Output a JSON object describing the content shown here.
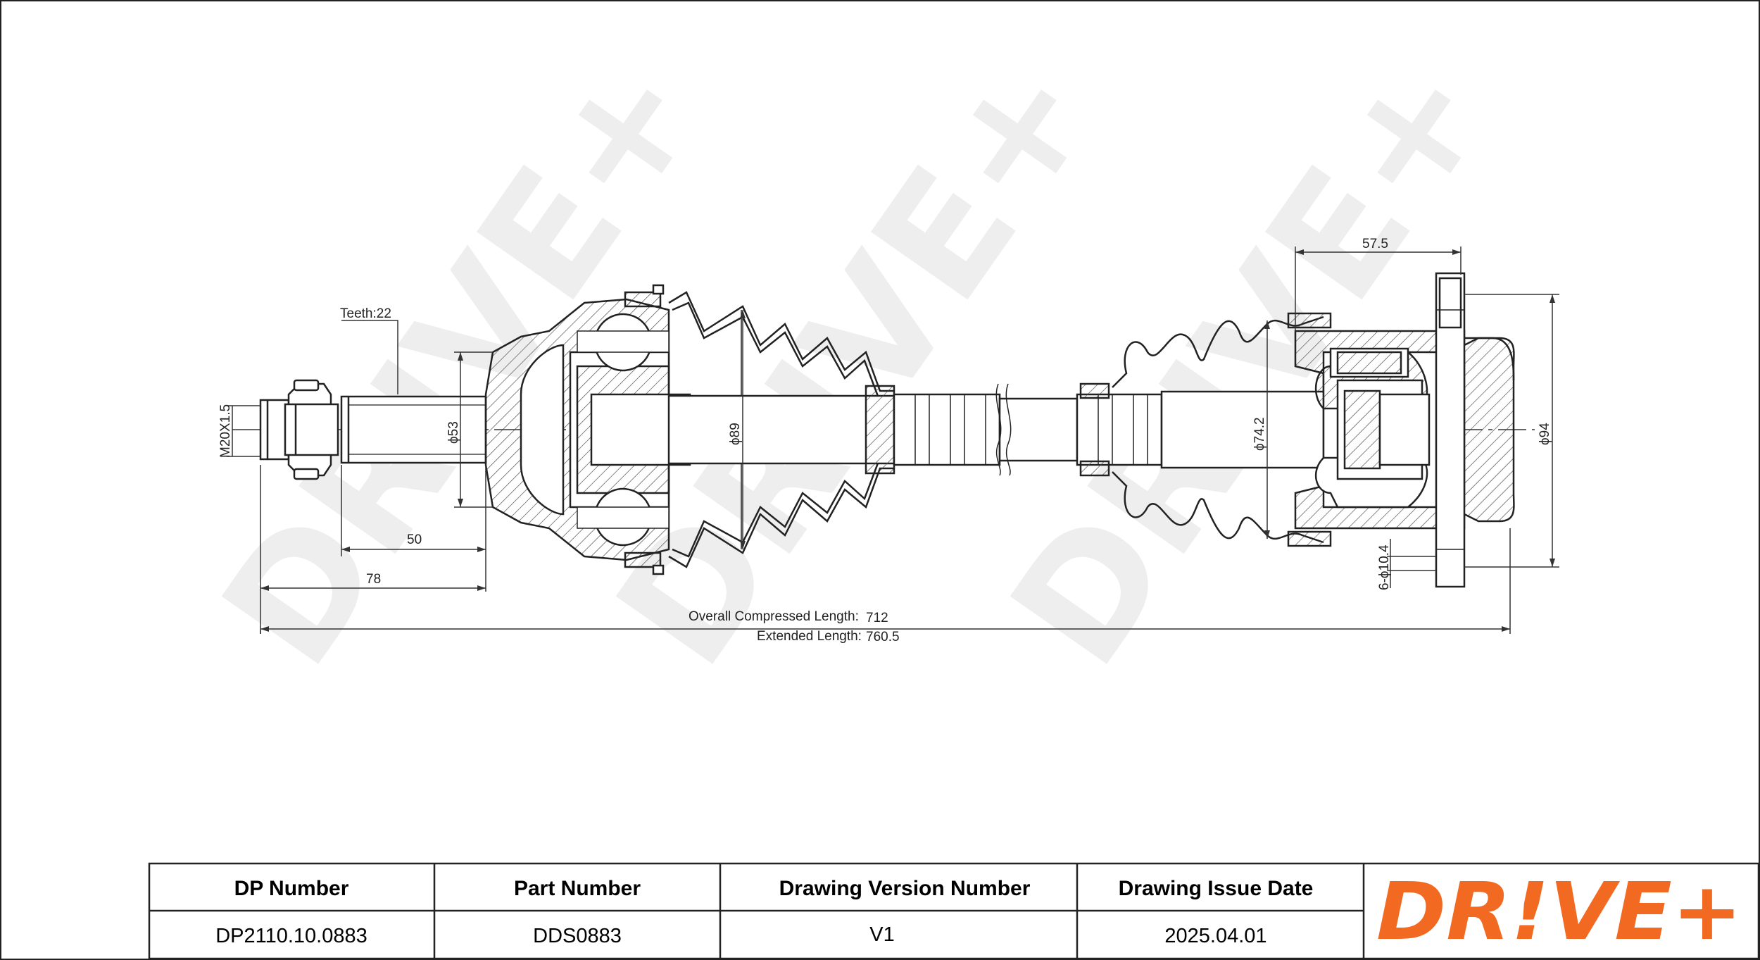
{
  "drawing": {
    "teeth": "Teeth:22",
    "thread": "M20X1.5",
    "dia_shaft": "ϕ53",
    "dia_inner_boot": "ϕ89",
    "dia_outer_boot": "ϕ74.2",
    "dia_flange": "ϕ94",
    "bolt_holes": "6-ϕ10.4",
    "dim_57_5": "57.5",
    "dim_50": "50",
    "dim_78": "78",
    "overall_label": "Overall  Compressed  Length:",
    "overall_value": "712",
    "extended_label": "Extended  Length:",
    "extended_value": "760.5",
    "watermark": "DRIVE+"
  },
  "title_block": {
    "headers": [
      "DP Number",
      "Part Number",
      "Drawing Version Number",
      "Drawing Issue Date"
    ],
    "values": [
      "DP2110.10.0883",
      "DDS0883",
      "V1",
      "2025.04.01"
    ]
  },
  "logo": {
    "text": "DR!VE+",
    "color": "#f26a21"
  },
  "colors": {
    "line": "#222222",
    "watermark": "#efefef",
    "hatch": "#444444"
  }
}
